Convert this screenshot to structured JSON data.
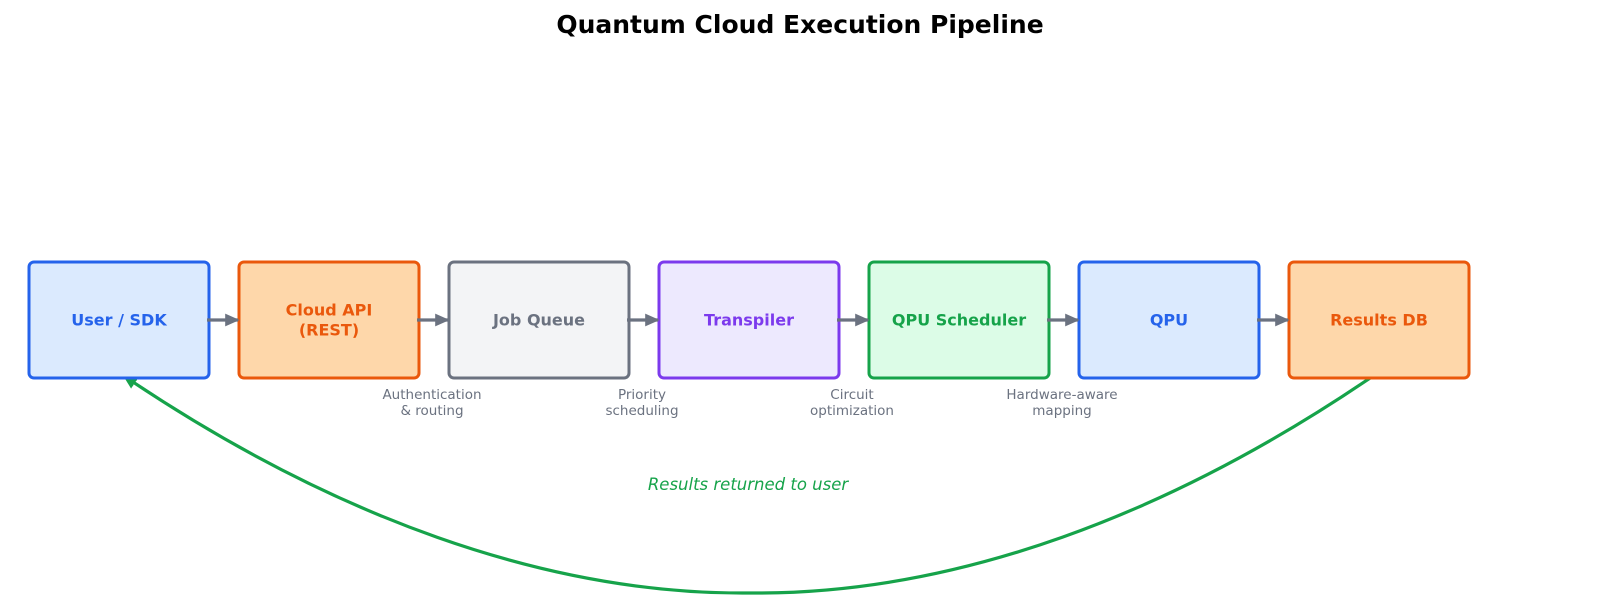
{
  "title": "Quantum Cloud Execution Pipeline",
  "nodes": [
    {
      "id": "user-sdk",
      "lines": [
        "User / SDK"
      ],
      "stroke": "#2563eb",
      "fill": "#dbeafe",
      "text": "#2563eb"
    },
    {
      "id": "cloud-api",
      "lines": [
        "Cloud API",
        "(REST)"
      ],
      "stroke": "#ea580c",
      "fill": "#fed7aa",
      "text": "#ea580c"
    },
    {
      "id": "job-queue",
      "lines": [
        "Job Queue"
      ],
      "stroke": "#6b7280",
      "fill": "#f3f4f6",
      "text": "#6b7280"
    },
    {
      "id": "transpiler",
      "lines": [
        "Transpiler"
      ],
      "stroke": "#7c3aed",
      "fill": "#ede9fe",
      "text": "#7c3aed"
    },
    {
      "id": "qpu-scheduler",
      "lines": [
        "QPU Scheduler"
      ],
      "stroke": "#16a34a",
      "fill": "#dcfce7",
      "text": "#16a34a"
    },
    {
      "id": "qpu",
      "lines": [
        "QPU"
      ],
      "stroke": "#2563eb",
      "fill": "#dbeafe",
      "text": "#2563eb"
    },
    {
      "id": "results-db",
      "lines": [
        "Results DB"
      ],
      "stroke": "#ea580c",
      "fill": "#fed7aa",
      "text": "#ea580c"
    }
  ],
  "edge_labels": [
    {
      "after_node": 1,
      "lines": [
        "Authentication",
        "& routing"
      ]
    },
    {
      "after_node": 2,
      "lines": [
        "Priority",
        "scheduling"
      ]
    },
    {
      "after_node": 3,
      "lines": [
        "Circuit",
        "optimization"
      ]
    },
    {
      "after_node": 4,
      "lines": [
        "Hardware-aware",
        "mapping"
      ]
    }
  ],
  "return_flow": {
    "from": "results-db",
    "to": "user-sdk",
    "label": "Results returned to user",
    "color": "#16a34a"
  },
  "colors": {
    "arrow": "#6b7280",
    "background": "#ffffff"
  }
}
